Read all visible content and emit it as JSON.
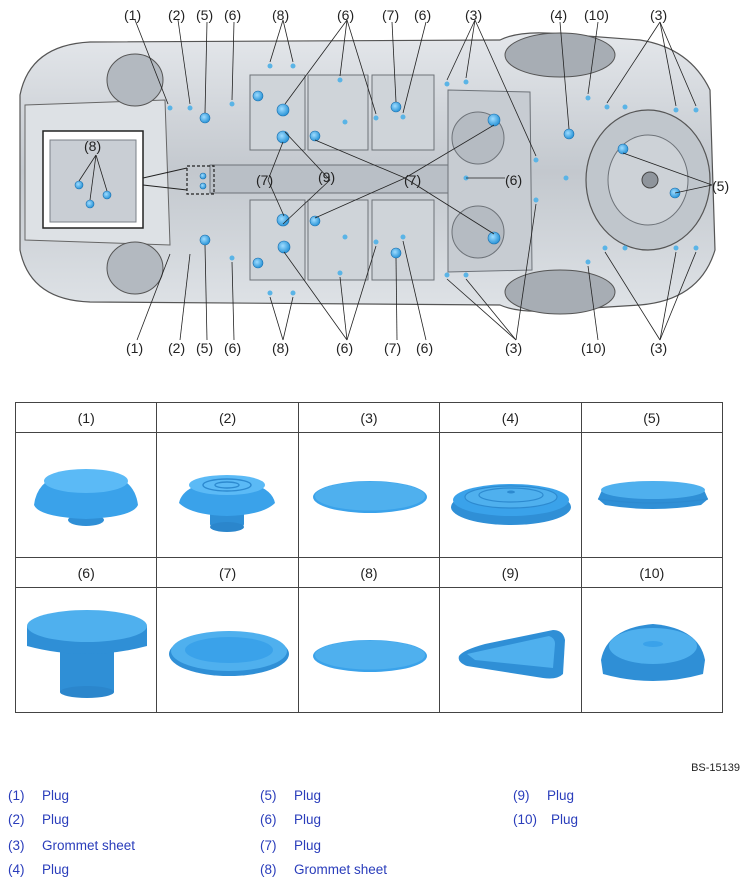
{
  "diagram": {
    "callouts_top": [
      "(1)",
      "(2)",
      "(5)",
      "(6)",
      "(8)",
      "(6)",
      "(7)",
      "(6)",
      "(3)",
      "(4)",
      "(10)",
      "(3)"
    ],
    "callouts_bottom": [
      "(1)",
      "(2)",
      "(5)",
      "(6)",
      "(8)",
      "(6)",
      "(7)",
      "(6)",
      "(3)",
      "(10)",
      "(3)"
    ],
    "callouts_middle": [
      "(7)",
      "(9)",
      "(7)",
      "(6)",
      "(5)"
    ],
    "inset_callout": "(8)",
    "colors": {
      "body_metal": "#c9ced4",
      "plug_blue": "#4fb3ea",
      "outline": "#2b2b2b"
    }
  },
  "parts": [
    {
      "code": "(1)",
      "shape": "domed-plug"
    },
    {
      "code": "(2)",
      "shape": "ringed-dome-plug"
    },
    {
      "code": "(3)",
      "shape": "flat-sheet"
    },
    {
      "code": "(4)",
      "shape": "large-ringed-plug"
    },
    {
      "code": "(5)",
      "shape": "low-cap-plug"
    },
    {
      "code": "(6)",
      "shape": "cylinder-plug"
    },
    {
      "code": "(7)",
      "shape": "dish-plug"
    },
    {
      "code": "(8)",
      "shape": "flat-sheet"
    },
    {
      "code": "(9)",
      "shape": "triangular-plug"
    },
    {
      "code": "(10)",
      "shape": "dome-cap-plug"
    }
  ],
  "figure_code": "BS-15139",
  "legend": [
    {
      "num": "(1)",
      "label": "Plug"
    },
    {
      "num": "(2)",
      "label": "Plug"
    },
    {
      "num": "(3)",
      "label": "Grommet sheet"
    },
    {
      "num": "(4)",
      "label": "Plug"
    },
    {
      "num": "(5)",
      "label": "Plug"
    },
    {
      "num": "(6)",
      "label": "Plug"
    },
    {
      "num": "(7)",
      "label": "Plug"
    },
    {
      "num": "(8)",
      "label": "Grommet sheet"
    },
    {
      "num": "(9)",
      "label": "Plug"
    },
    {
      "num": "(10)",
      "label": "Plug"
    }
  ]
}
